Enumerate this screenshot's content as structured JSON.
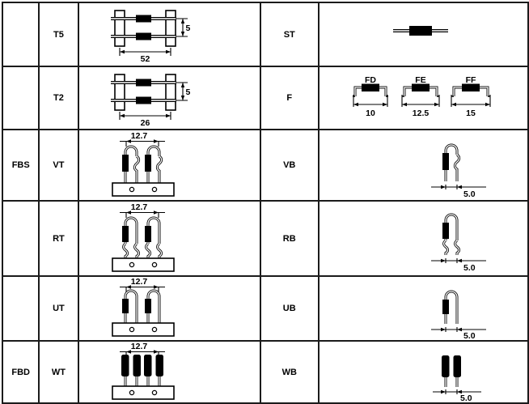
{
  "colors": {
    "line": "#1b1b1b",
    "ink": "#000000",
    "background": "#ffffff"
  },
  "rows": [
    {
      "group": "",
      "tape_code": "T5",
      "tape_span": "52",
      "tape_pitch": "5",
      "bulk_code": "ST"
    },
    {
      "group": "",
      "tape_code": "T2",
      "tape_span": "26",
      "tape_pitch": "5",
      "bulk_code": "F",
      "formed": [
        {
          "label": "FD",
          "dim": "10"
        },
        {
          "label": "FE",
          "dim": "12.5"
        },
        {
          "label": "FF",
          "dim": "15"
        }
      ]
    },
    {
      "group": "FBS",
      "tape_code": "VT",
      "tape_span": "12.7",
      "bulk_code": "VB",
      "bulk_dim": "5.0"
    },
    {
      "group": "",
      "tape_code": "RT",
      "tape_span": "12.7",
      "bulk_code": "RB",
      "bulk_dim": "5.0"
    },
    {
      "group": "",
      "tape_code": "UT",
      "tape_span": "12.7",
      "bulk_code": "UB",
      "bulk_dim": "5.0"
    },
    {
      "group": "FBD",
      "tape_code": "WT",
      "tape_span": "12.7",
      "bulk_code": "WB",
      "bulk_dim": "5.0"
    }
  ]
}
